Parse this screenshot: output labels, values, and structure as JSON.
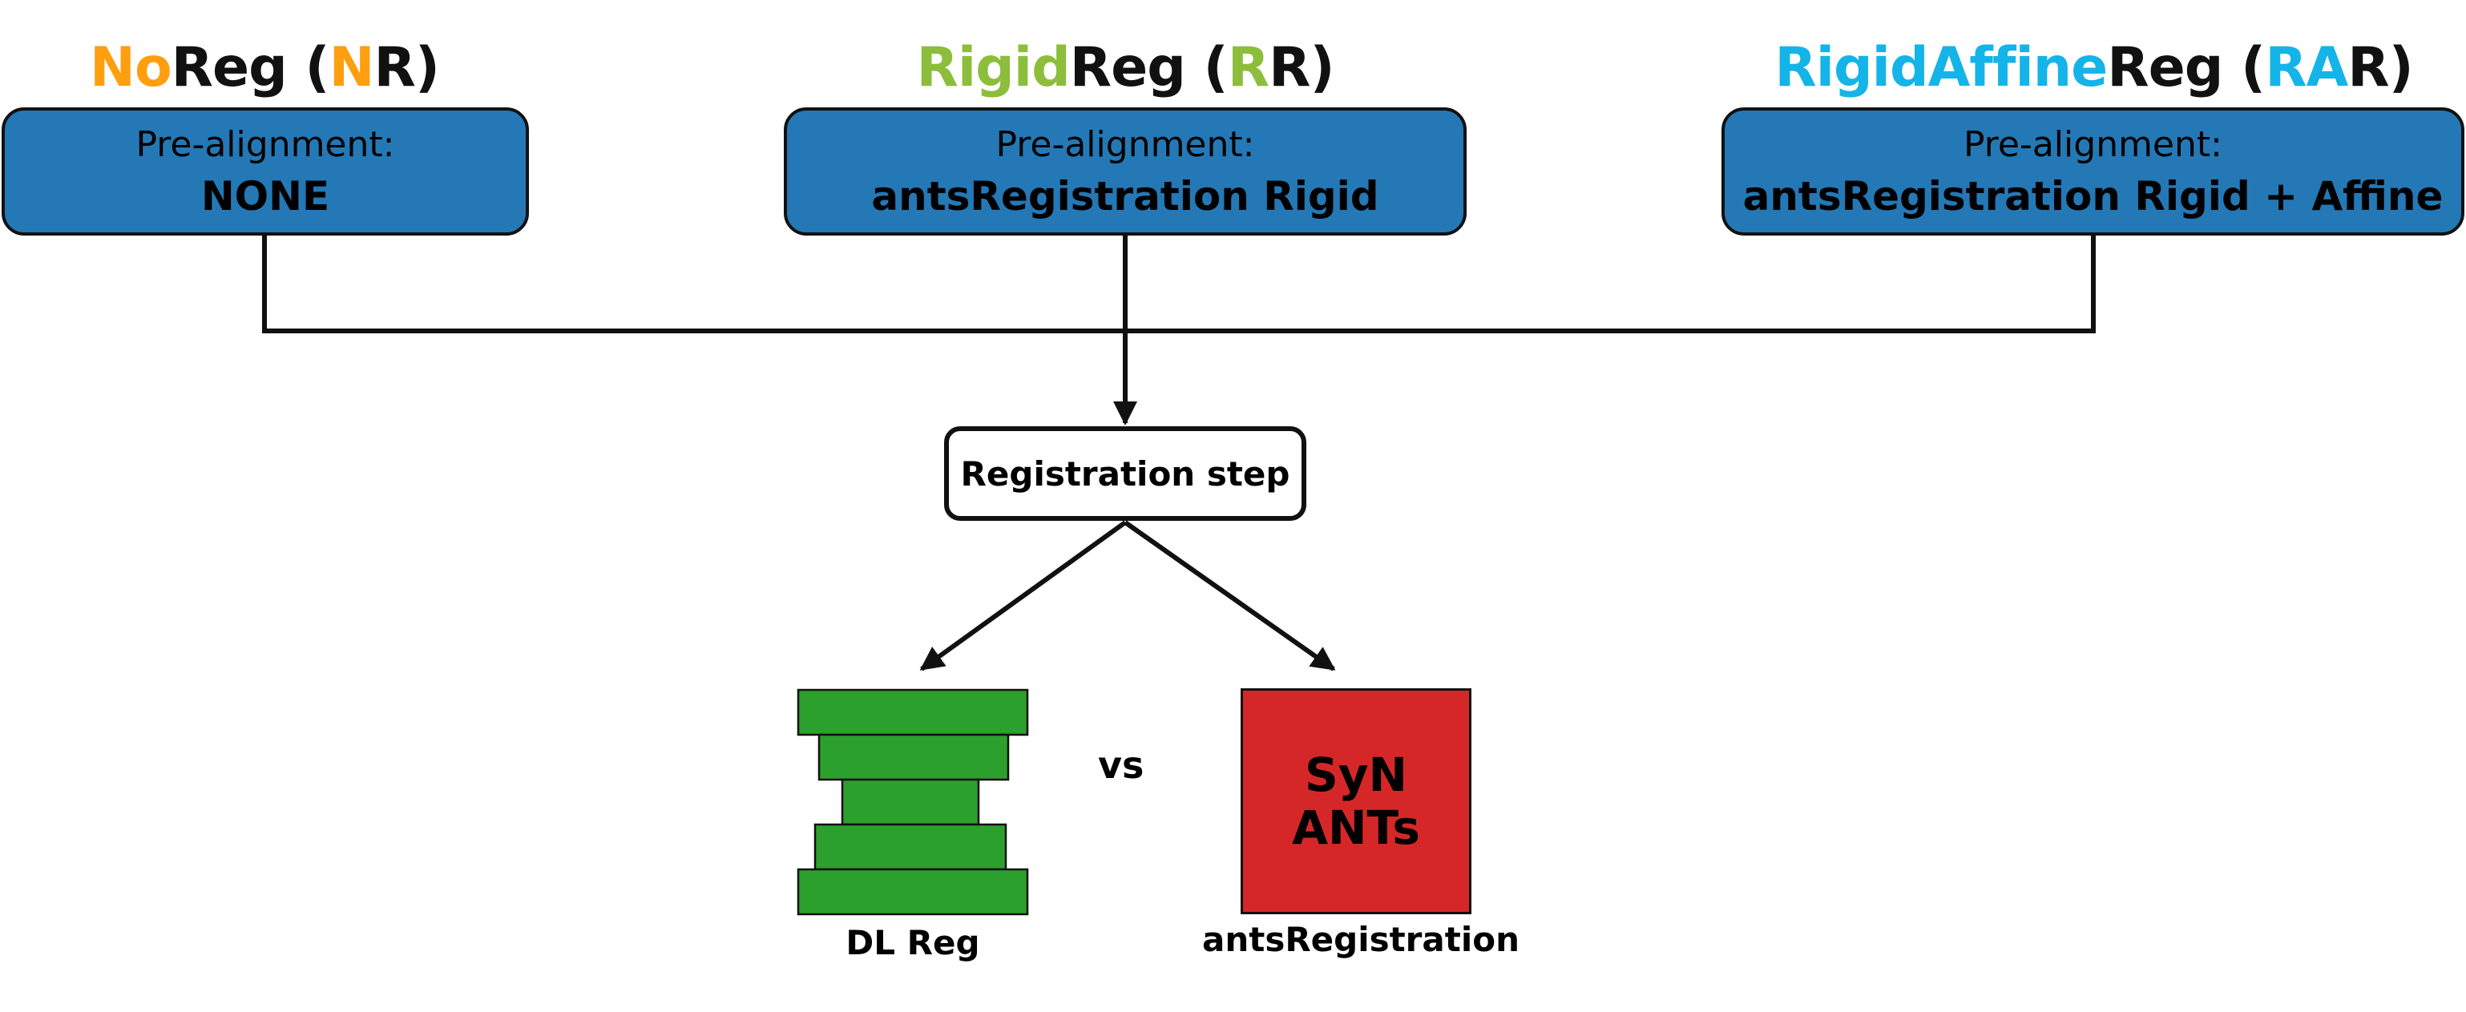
{
  "columns": [
    {
      "title_parts": [
        {
          "text": "No",
          "color": "#ff9e0e"
        },
        {
          "text": "Reg (",
          "color": "#111111"
        },
        {
          "text": "N",
          "color": "#ff9e0e"
        },
        {
          "text": "R)",
          "color": "#111111"
        }
      ],
      "line1": "Pre-alignment:",
      "line2": "NONE"
    },
    {
      "title_parts": [
        {
          "text": "Rigid",
          "color": "#8cbe3c"
        },
        {
          "text": "Reg (",
          "color": "#111111"
        },
        {
          "text": "R",
          "color": "#8cbe3c"
        },
        {
          "text": "R)",
          "color": "#111111"
        }
      ],
      "line1": "Pre-alignment:",
      "line2": "antsRegistration Rigid"
    },
    {
      "title_parts": [
        {
          "text": "RigidAffine",
          "color": "#14b4e8"
        },
        {
          "text": "Reg (",
          "color": "#111111"
        },
        {
          "text": "RA",
          "color": "#14b4e8"
        },
        {
          "text": "R)",
          "color": "#111111"
        }
      ],
      "line1": "Pre-alignment:",
      "line2": "antsRegistration Rigid + Affine"
    }
  ],
  "step_label": "Registration step",
  "vs_label": "vs",
  "dl": {
    "caption": "DL Reg",
    "color": "#2ca02c"
  },
  "ants": {
    "line1": "SyN",
    "line2": "ANTs",
    "caption": "antsRegistration",
    "color": "#d62728"
  },
  "colors": {
    "box_fill": "#2478b6",
    "line": "#111111"
  }
}
